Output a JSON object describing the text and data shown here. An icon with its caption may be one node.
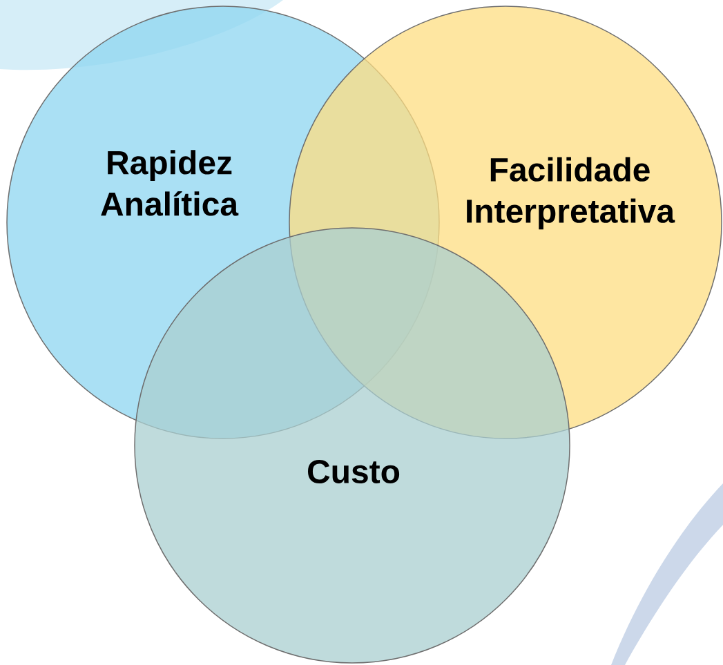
{
  "diagram": {
    "nodes": [
      {
        "text": [
          "Rapidez Analítica"
        ]
      },
      {
        "text": [
          "Facilidade Interpretativa"
        ]
      },
      {
        "text": [
          "Custo"
        ]
      }
    ]
  }
}
